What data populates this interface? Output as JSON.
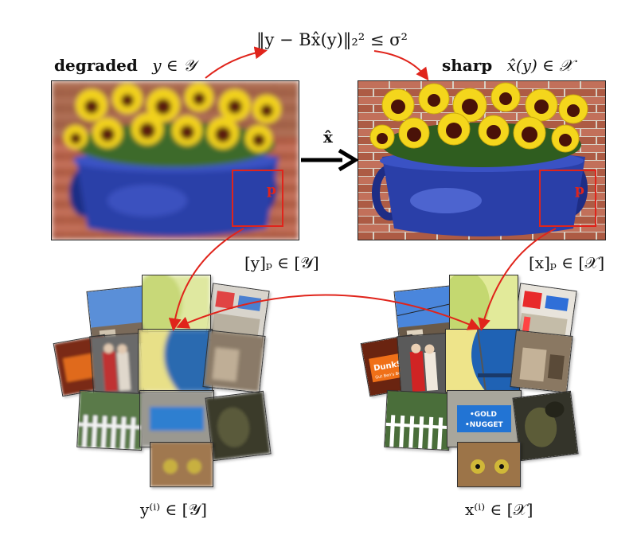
{
  "equation": "‖y − Bx̂(y)‖₂² ≤ σ²",
  "left_panel": {
    "title": "degraded",
    "math": "y ∈ 𝒴",
    "patch_tag": "p"
  },
  "right_panel": {
    "title": "sharp",
    "math": "x̂(y) ∈ 𝒳",
    "patch_tag": "p"
  },
  "map_label": "x̂",
  "left_patch_label": "[y]ₚ ∈ [𝒴]",
  "right_patch_label": "[x]ₚ ∈ [𝒳]",
  "left_collection_label": "y⁽ⁱ⁾ ∈ [𝒴]",
  "right_collection_label": "x⁽ⁱ⁾ ∈ [𝒳]",
  "patch_text": {
    "dunkin": "DunkSP",
    "sub": "Gut Ben's Best",
    "gold": "•GOLD",
    "nugget": "•NUGGET"
  },
  "colors": {
    "accent_red": "#e0241b",
    "pot_blue": "#2a3fa8",
    "petal_yellow": "#f2d21a",
    "petal_dark": "#5a1a10",
    "brick": "#b8634a"
  }
}
